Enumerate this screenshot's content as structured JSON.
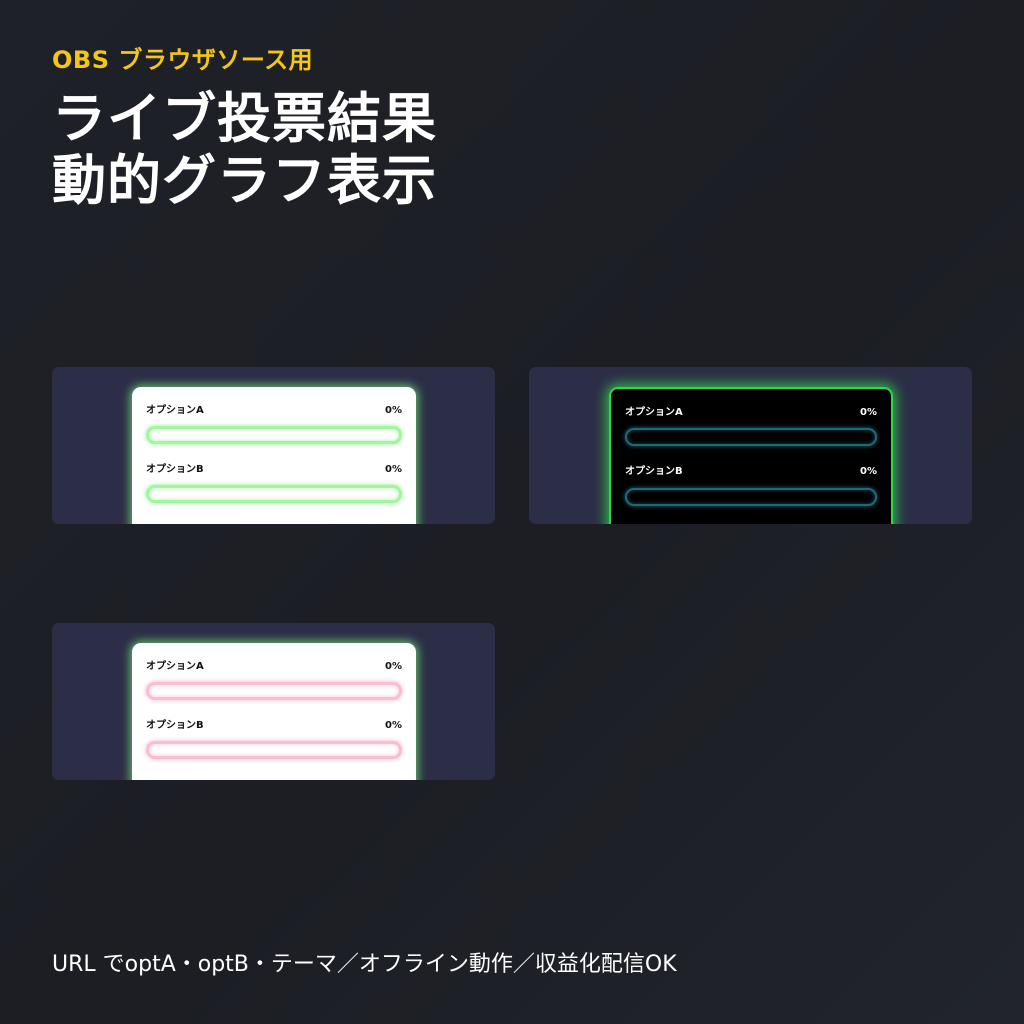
{
  "header": {
    "eyebrow": "OBS ブラウザソース用",
    "title_line1": "ライブ投票結果",
    "title_line2": "動的グラフ表示"
  },
  "colors": {
    "accent": "#f5c518",
    "panel_bg": "#2c2e47",
    "neon_green": "#2fd84a",
    "pink": "#f7bfd0",
    "teal": "#1d6a7c"
  },
  "previews": [
    {
      "theme": "light-green",
      "options": [
        {
          "label": "オプションA",
          "percent_label": "0%",
          "percent": 0
        },
        {
          "label": "オプションB",
          "percent_label": "0%",
          "percent": 0
        }
      ]
    },
    {
      "theme": "dark-neon",
      "options": [
        {
          "label": "オプションA",
          "percent_label": "0%",
          "percent": 0
        },
        {
          "label": "オプションB",
          "percent_label": "0%",
          "percent": 0
        }
      ]
    },
    {
      "theme": "light-pink",
      "options": [
        {
          "label": "オプションA",
          "percent_label": "0%",
          "percent": 0
        },
        {
          "label": "オプションB",
          "percent_label": "0%",
          "percent": 0
        }
      ]
    }
  ],
  "footer": {
    "text": "URL でoptA・optB・テーマ／オフライン動作／収益化配信OK"
  }
}
